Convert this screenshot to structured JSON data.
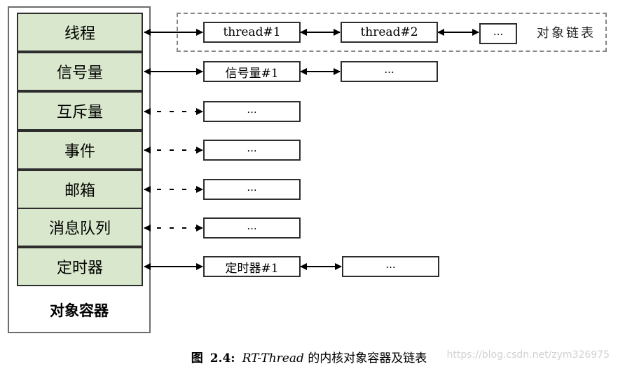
{
  "container": {
    "slots": [
      "线程",
      "信号量",
      "互斥量",
      "事件",
      "邮箱",
      "消息队列",
      "定时器"
    ],
    "label": "对象容器"
  },
  "lists": {
    "thread": [
      "thread#1",
      "thread#2",
      "..."
    ],
    "semaphore": [
      "信号量#1",
      "..."
    ],
    "mutex": [
      "..."
    ],
    "event": [
      "..."
    ],
    "mailbox": [
      "..."
    ],
    "message_queue": [
      "..."
    ],
    "timer": [
      "定时器#1",
      "..."
    ]
  },
  "object_list_label": "对象链表",
  "caption": {
    "prefix": "图",
    "number": "2.4:",
    "italic": "RT-Thread",
    "rest": "的内核对象容器及链表"
  },
  "watermark": "https://blog.csdn.net/zym326975"
}
